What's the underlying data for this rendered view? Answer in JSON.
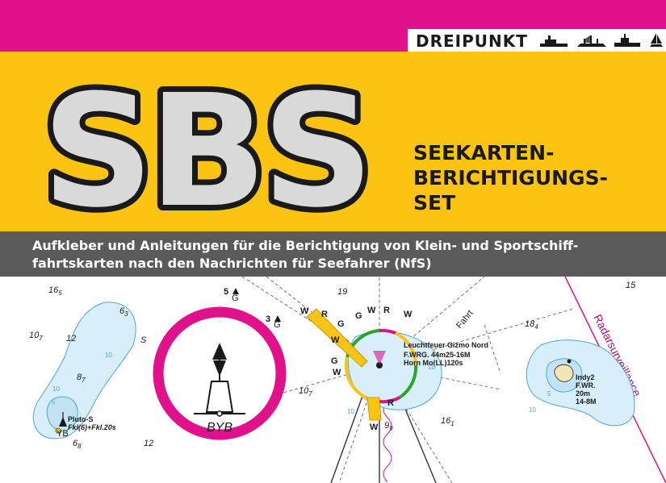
{
  "brand": {
    "name": "DREIPUNKT"
  },
  "cover": {
    "logo": "SBS",
    "subtitle_lines": [
      "SEEKARTEN-",
      "BERICHTIGUNGS-",
      "SET"
    ],
    "info_lines": [
      "Aufkleber und Anleitungen für die Berichtigung von Klein- und Sportschiff-",
      "fahrtskarten nach den Nachrichten für Seefahrer (NfS)"
    ]
  },
  "chart": {
    "buoy_label": "BYB",
    "radar_label": "Radarsurveillance",
    "fairway_label": "Fahrt",
    "lighthouse": {
      "name": "Leuchtfeuer Gizmo Nord",
      "line1": "F.WRG. 44m25-16M",
      "line2": "Horn Mo(LL)120s"
    },
    "indy": {
      "name": "Indy2",
      "line1": "F.WR.",
      "line2": "20m",
      "line3": "14-8M"
    },
    "pluto": {
      "name": "Pluto-S",
      "line1": "Fkl(6)+Fkl.20s",
      "line2": "YB"
    },
    "sector_letters": [
      "W",
      "R",
      "G",
      "W",
      "R",
      "W",
      "G",
      "W",
      "G",
      "W",
      "R",
      "W"
    ],
    "buoy_marks": [
      "5",
      "3",
      "G",
      "G"
    ],
    "depths": [
      {
        "main": "16",
        "sub": "5"
      },
      {
        "main": "6",
        "sub": "3"
      },
      {
        "main": "10",
        "sub": "7"
      },
      {
        "main": "12",
        "sub": ""
      },
      {
        "main": "S",
        "sub": ""
      },
      {
        "main": "8",
        "sub": "7"
      },
      {
        "main": "6",
        "sub": "8"
      },
      {
        "main": "12",
        "sub": ""
      },
      {
        "main": "10",
        "sub": "7"
      },
      {
        "main": "19",
        "sub": ""
      },
      {
        "main": "9",
        "sub": "9"
      },
      {
        "main": "16",
        "sub": "1"
      },
      {
        "main": "18",
        "sub": "4"
      },
      {
        "main": "15",
        "sub": ""
      }
    ],
    "contours": [
      "10",
      "10",
      "10",
      "10",
      "10",
      "5",
      "5"
    ]
  },
  "colors": {
    "magenta": "#e0118a",
    "yellow": "#fcc412",
    "gray": "#5a5a5a",
    "water": "#d8eef8",
    "contour": "#4fa6d6"
  },
  "icons": [
    "ship-silhouettes-icon",
    "buoy-icon",
    "lighthouse-icon",
    "anchor-icon"
  ]
}
